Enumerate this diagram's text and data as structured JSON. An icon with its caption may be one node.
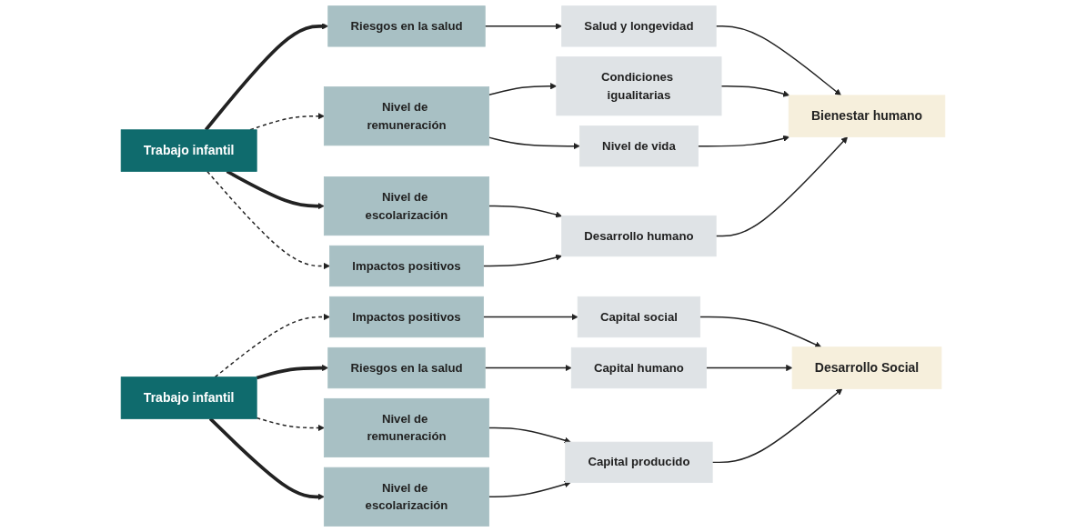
{
  "diagram": {
    "nodes": [
      {
        "text": [
          "Trabajo infantil"
        ]
      },
      {
        "text": [
          "Riesgos en la salud"
        ]
      },
      {
        "text": [
          "Nivel de remuneración"
        ]
      },
      {
        "text": [
          "Nivel de escolarización"
        ]
      },
      {
        "text": [
          "Impactos positivos"
        ]
      },
      {
        "text": [
          "Salud y longevidad"
        ]
      },
      {
        "text": [
          "Condiciones igualitarias"
        ]
      },
      {
        "text": [
          "Nivel de vida"
        ]
      },
      {
        "text": [
          "Desarrollo humano"
        ]
      },
      {
        "text": [
          "Bienestar humano"
        ]
      },
      {
        "text": [
          "Trabajo infantil"
        ]
      },
      {
        "text": [
          "Riesgos en la salud"
        ]
      },
      {
        "text": [
          "Nivel de remuneración"
        ]
      },
      {
        "text": [
          "Nivel de escolarización"
        ]
      },
      {
        "text": [
          "Impactos positivos"
        ]
      },
      {
        "text": [
          "Capital social"
        ]
      },
      {
        "text": [
          "Capital humano"
        ]
      },
      {
        "text": [
          "Capital producido"
        ]
      },
      {
        "text": [
          "Desarrollo Social"
        ]
      }
    ],
    "edges": [
      {
        "from": 0,
        "to": 1,
        "arrow": "to",
        "style": "thick"
      },
      {
        "from": 0,
        "to": 2,
        "arrow": "to",
        "style": "dashed"
      },
      {
        "from": 0,
        "to": 3,
        "arrow": "to",
        "style": "thick"
      },
      {
        "from": 0,
        "to": 4,
        "arrow": "to",
        "style": "dashed"
      },
      {
        "from": 1,
        "to": 5,
        "arrow": "to"
      },
      {
        "from": 2,
        "to": 6,
        "arrow": "to"
      },
      {
        "from": 2,
        "to": 7,
        "arrow": "to"
      },
      {
        "from": 3,
        "to": 8,
        "arrow": "to"
      },
      {
        "from": 4,
        "to": 8,
        "arrow": "to"
      },
      {
        "from": 5,
        "to": 9,
        "arrow": "to"
      },
      {
        "from": 6,
        "to": 9,
        "arrow": "to"
      },
      {
        "from": 7,
        "to": 9,
        "arrow": "to"
      },
      {
        "from": 8,
        "to": 9,
        "arrow": "to"
      },
      {
        "from": 10,
        "to": 11,
        "arrow": "to",
        "style": "thick"
      },
      {
        "from": 10,
        "to": 12,
        "arrow": "to",
        "style": "dashed"
      },
      {
        "from": 10,
        "to": 13,
        "arrow": "to",
        "style": "thick"
      },
      {
        "from": 10,
        "to": 14,
        "arrow": "to",
        "style": "dashed"
      },
      {
        "from": 11,
        "to": 16,
        "arrow": "to"
      },
      {
        "from": 12,
        "to": 17,
        "arrow": "to"
      },
      {
        "from": 13,
        "to": 17,
        "arrow": "to"
      },
      {
        "from": 14,
        "to": 15,
        "arrow": "to"
      },
      {
        "from": 15,
        "to": 18,
        "arrow": "to"
      },
      {
        "from": 16,
        "to": 18,
        "arrow": "to"
      },
      {
        "from": 17,
        "to": 18,
        "arrow": "to"
      }
    ]
  }
}
